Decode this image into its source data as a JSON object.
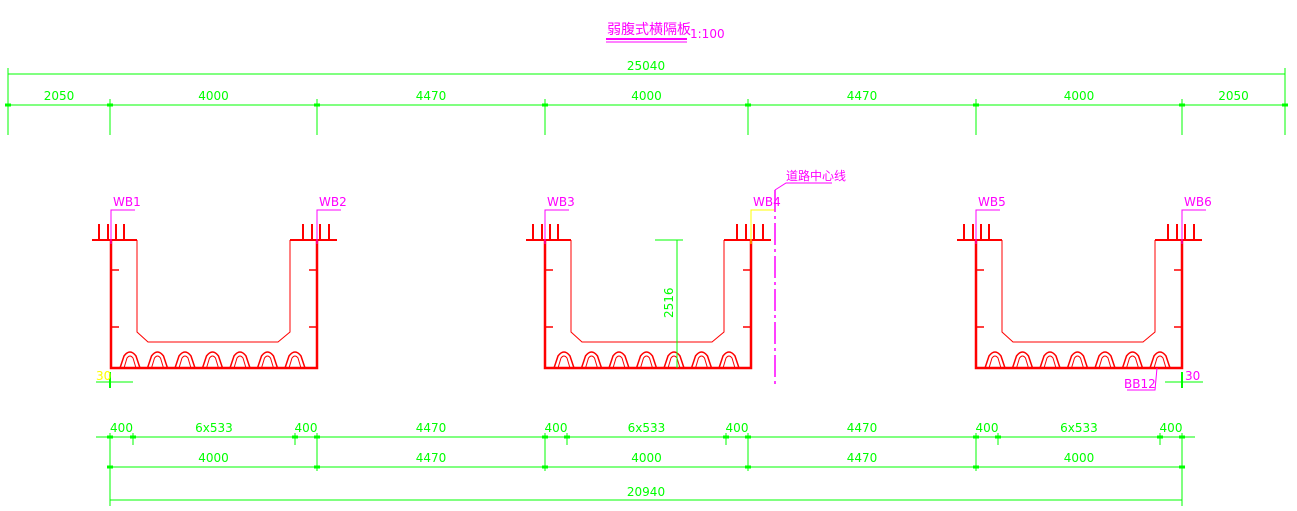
{
  "title": {
    "text": "弱腹式横隔板",
    "scale": "1:100"
  },
  "centerline_label": "道路中心线",
  "top_dims": {
    "total": "25040",
    "segments": [
      "2050",
      "4000",
      "4470",
      "4000",
      "4470",
      "4000",
      "2050"
    ]
  },
  "beam_labels": [
    "WB1",
    "WB2",
    "WB3",
    "WB4",
    "WB5",
    "WB6"
  ],
  "height_dim": "2516",
  "offset_left": "30",
  "offset_right": "30",
  "bottom_label": "BB12",
  "bottom_dims": {
    "row1": [
      "400",
      "6x533",
      "400",
      "4470",
      "400",
      "6x533",
      "400",
      "4470",
      "400",
      "6x533",
      "400"
    ],
    "row2": [
      "4000",
      "4470",
      "4000",
      "4470",
      "4000"
    ],
    "total": "20940"
  },
  "colors": {
    "structure": "#ff0000",
    "dimension": "#00ff00",
    "annotation": "#ff00ff",
    "highlight": "#ffff00"
  }
}
